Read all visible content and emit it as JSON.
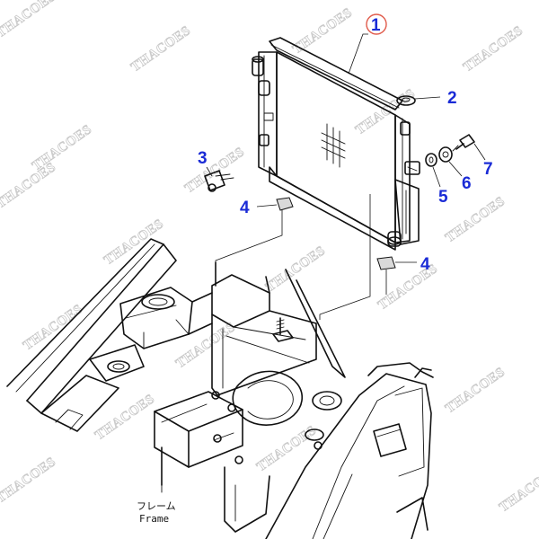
{
  "callouts": {
    "c1": "1",
    "c2": "2",
    "c3": "3",
    "c4a": "4",
    "c4b": "4",
    "c5": "5",
    "c6": "6",
    "c7": "7"
  },
  "frame_label": {
    "katakana": "フレーム",
    "english": "Frame"
  },
  "watermark": "THACOES",
  "colors": {
    "callout": "#1a2bd6",
    "highlight_circle": "#e05a4a",
    "watermark": "#c9c9c9"
  }
}
